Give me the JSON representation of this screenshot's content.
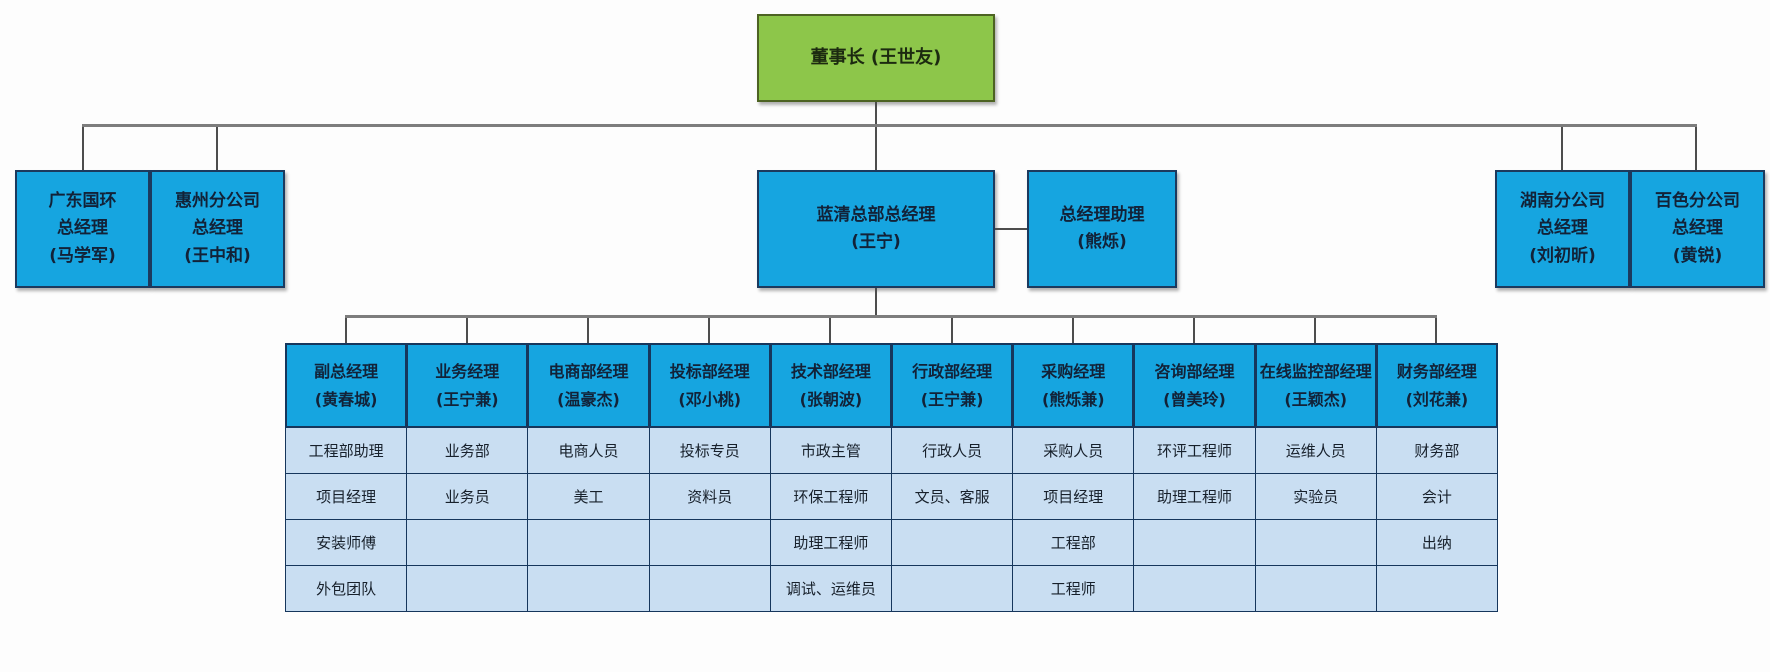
{
  "palette": {
    "chairman_green": "#8dc64a",
    "node_blue": "#16a5e0",
    "cell_light_blue": "#c9def2",
    "border_navy": "#16365c",
    "connector_gray": "#7d7d7d"
  },
  "nodes": {
    "chairman": "董事长 (王世友)",
    "guangdong": "广东国环\n总经理\n(马学军)",
    "huizhou": "惠州分公司\n总经理\n(王中和)",
    "headquarters": "蓝清总部总经理\n(王宁)",
    "assistant": "总经理助理\n(熊烁)",
    "hunan": "湖南分公司\n总经理\n(刘初昕)",
    "baise": "百色分公司\n总经理\n(黄锐)"
  },
  "table": {
    "columns": [
      {
        "head": "副总经理\n(黄春城)",
        "rows": [
          "工程部助理",
          "项目经理",
          "安装师傅",
          "外包团队"
        ]
      },
      {
        "head": "业务经理\n(王宁兼)",
        "rows": [
          "业务部",
          "业务员",
          "",
          ""
        ]
      },
      {
        "head": "电商部经理\n(温豪杰)",
        "rows": [
          "电商人员",
          "美工",
          "",
          ""
        ]
      },
      {
        "head": "投标部经理\n(邓小桃)",
        "rows": [
          "投标专员",
          "资料员",
          "",
          ""
        ]
      },
      {
        "head": "技术部经理\n(张朝波)",
        "rows": [
          "市政主管",
          "环保工程师",
          "助理工程师",
          "调试、运维员"
        ]
      },
      {
        "head": "行政部经理\n(王宁兼)",
        "rows": [
          "行政人员",
          "文员、客服",
          "",
          ""
        ]
      },
      {
        "head": "采购经理\n(熊烁兼)",
        "rows": [
          "采购人员",
          "项目经理",
          "工程部",
          "工程师"
        ]
      },
      {
        "head": "咨询部经理\n(曾美玲)",
        "rows": [
          "环评工程师",
          "助理工程师",
          "",
          ""
        ]
      },
      {
        "head": "在线监控部经理\n(王颖杰)",
        "rows": [
          "运维人员",
          "实验员",
          "",
          ""
        ]
      },
      {
        "head": "财务部经理\n(刘花兼)",
        "rows": [
          "财务部",
          "会计",
          "出纳",
          ""
        ]
      }
    ]
  }
}
